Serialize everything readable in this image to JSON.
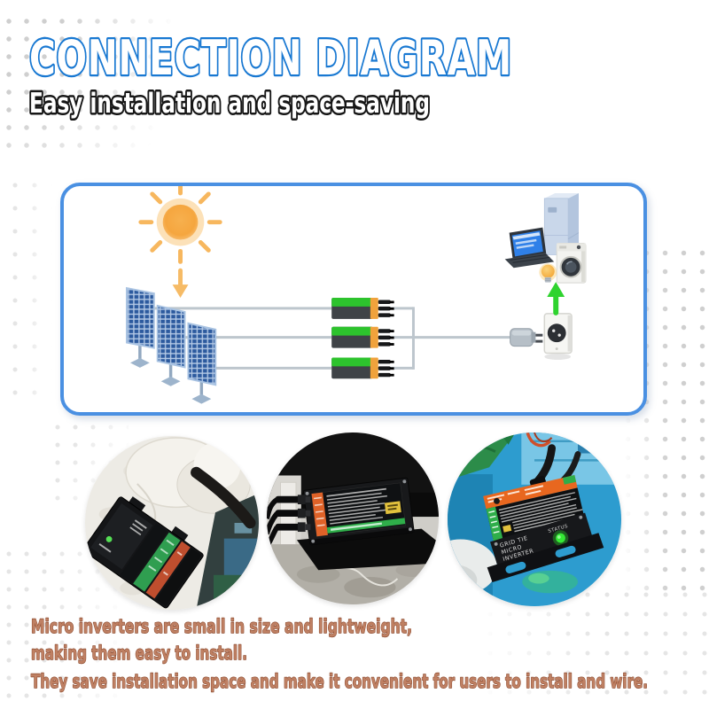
{
  "header": {
    "title": "CONNECTION DIAGRAM",
    "subtitle": "Easy installation and space-saving"
  },
  "diagram": {
    "icons": {
      "sun": "sun-icon",
      "down_arrow": "down-arrow-icon",
      "solar_panels": "solar-panel-icon",
      "micro_inverters": "micro-inverter-icon",
      "wires": "wire-lines",
      "plug": "plug-icon",
      "outlet": "wall-outlet-icon",
      "up_arrow": "up-arrow-icon",
      "refrigerator": "refrigerator-icon",
      "laptop": "laptop-icon",
      "light_bulb": "light-bulb-icon",
      "washing_machine": "washing-machine-icon"
    }
  },
  "photos": {
    "photo1": {
      "description": "micro inverter mounted on wall near white pipes"
    },
    "photo2": {
      "description": "micro inverter with cables on metal mount"
    },
    "photo3": {
      "description": "grid tie micro inverter on blue boat deck",
      "device_line1": "GRID TIE",
      "device_line2": "MICRO",
      "device_line3": "INVERTER",
      "status_label": "STATUS"
    }
  },
  "footer": {
    "line1": "Micro inverters are small in size and lightweight,",
    "line2": "making them easy to install.",
    "line3": "They save installation space and make it convenient for users to install and wire."
  },
  "colors": {
    "title_blue": "#1878d2",
    "subtitle_outline": "#161616",
    "footer_brown": "#bf8063",
    "box_border": "#4a90e2",
    "inverter_green": "#2dc32d",
    "inverter_orange": "#f0a23c",
    "arrow_green": "#2fd32f",
    "wire_gray": "#bdc6cd",
    "sun_orange": "#f5a63f",
    "panel_blue": "#2f62aa"
  }
}
